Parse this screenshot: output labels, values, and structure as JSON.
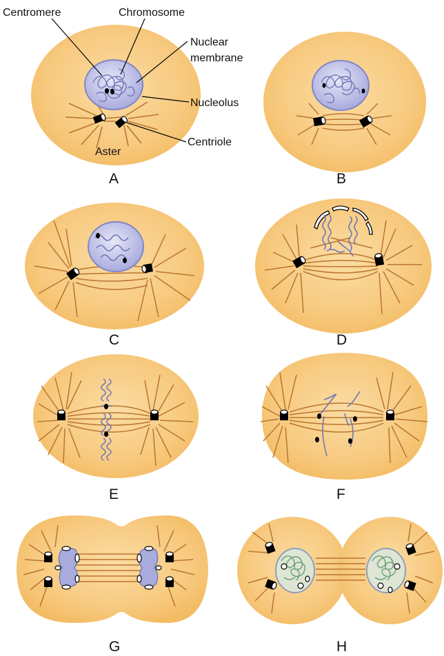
{
  "labels": {
    "centromere": "Centromere",
    "chromosome": "Chromosome",
    "nuclear_line1": "Nuclear",
    "nuclear_line2": "membrane",
    "nucleolus": "Nucleolus",
    "centriole": "Centriole",
    "aster": "Aster"
  },
  "panels": [
    {
      "letter": "A"
    },
    {
      "letter": "B"
    },
    {
      "letter": "C"
    },
    {
      "letter": "D"
    },
    {
      "letter": "E"
    },
    {
      "letter": "F"
    },
    {
      "letter": "G"
    },
    {
      "letter": "H"
    }
  ],
  "colors": {
    "cell_fill": "#f7c97e",
    "cell_edge": "#f3b85a",
    "fiber": "#b9752e",
    "nucleus_fill": "#b7b9e6",
    "nucleus_edge": "#7f86c8",
    "chromatin": "#6f77b8",
    "chromatin_green": "#6aa37a",
    "centriole": "#000000"
  }
}
